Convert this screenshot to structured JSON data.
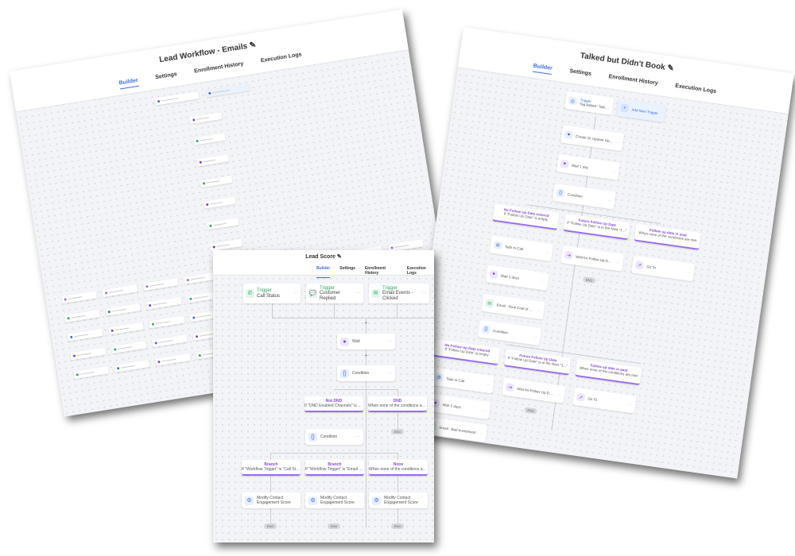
{
  "colors": {
    "accent": "#3b6fe0",
    "branch": "#9b6bf0",
    "trigger": "#2fa86a",
    "wait": "#7b3fe4",
    "condition": "#3b6fe0"
  },
  "tabs": [
    "Builder",
    "Settings",
    "Enrollment History",
    "Execution Logs"
  ],
  "lead_workflow": {
    "title": "Lead Workflow - Emails"
  },
  "lead_score": {
    "title": "Lead Score",
    "triggers": [
      {
        "label": "Trigger",
        "sub": "Call Status"
      },
      {
        "label": "Trigger",
        "sub": "Customer Replied"
      },
      {
        "label": "Trigger",
        "sub": "Email Events - Clicked"
      }
    ],
    "wait": "Wait",
    "condition": "Condition",
    "branches1": [
      {
        "title": "Not DND",
        "sub": "If \"DND Enabled Channels\" is empty"
      },
      {
        "title": "DND",
        "sub": "When none of the conditions are met"
      }
    ],
    "branches2": [
      {
        "title": "Branch",
        "sub": "If \"Workflow Trigger\" is \"Call Status\""
      },
      {
        "title": "Branch",
        "sub": "If \"Workflow Trigger\" is \"Email Events...\""
      },
      {
        "title": "None",
        "sub": "When none of the conditions are met"
      }
    ],
    "action": "Modify Contact Engagement Score",
    "end": "END"
  },
  "talked": {
    "title": "Talked but Didn't Book",
    "trigger": {
      "label": "Trigger",
      "sub": "Tag Added \"Talked but Didn't Book\""
    },
    "add_trigger": "Add New Trigger",
    "cause": "Create Or Update Opportunity",
    "wait1": "Wait 1 day",
    "condition": "Condition",
    "branches": [
      {
        "title": "No Follow Up Date entered",
        "sub": "If \"Follow Up Date\" is empty"
      },
      {
        "title": "Future Follow Up Date",
        "sub": "If \"Follow Up Date\" is in the Next \"1...\""
      },
      {
        "title": "Follow up date in past",
        "sub": "When none of the conditions are met"
      }
    ],
    "task": "Task to Call",
    "wait_for": "Wait for Follow Up Date then... or enter workflow",
    "goto": "Go To",
    "wait2": "Wait 2 days",
    "email1": "Email - Real Cost of Care",
    "wait5": "Wait 5 days",
    "email2": "Email - Bad Investment",
    "end": "END"
  }
}
